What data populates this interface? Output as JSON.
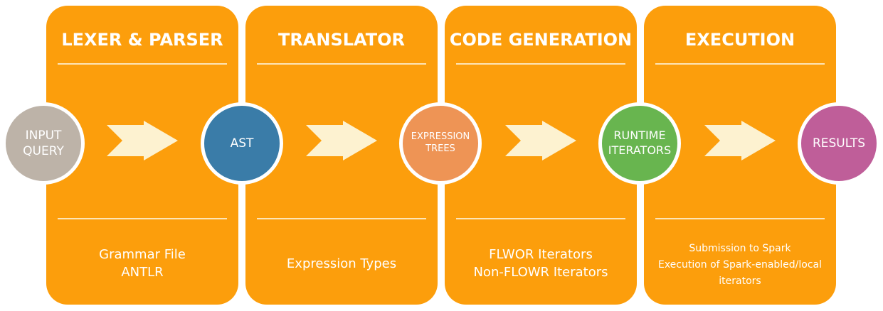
{
  "colors": {
    "stage": "#fc9e0c",
    "rule": "#fde5b8",
    "arrow": "#fdf2d0",
    "input": "#bdb3a8",
    "ast": "#3a7ca8",
    "trees": "#ee9455",
    "iterators": "#68b54f",
    "results": "#bf5e99"
  },
  "stages": [
    {
      "title": "LEXER & PARSER",
      "desc": [
        "Grammar File",
        "ANTLR"
      ]
    },
    {
      "title": "TRANSLATOR",
      "desc": [
        "Expression Types"
      ]
    },
    {
      "title": "CODE GENERATION",
      "desc": [
        "FLWOR Iterators",
        "Non-FLOWR Iterators"
      ]
    },
    {
      "title": "EXECUTION",
      "desc": [
        "Submission to Spark",
        "Execution of Spark-enabled/local",
        "iterators"
      ]
    }
  ],
  "nodes": {
    "input": "INPUT\nQUERY",
    "ast": "AST",
    "trees": "EXPRESSION\nTREES",
    "iterators": "RUNTIME\nITERATORS",
    "results": "RESULTS"
  }
}
